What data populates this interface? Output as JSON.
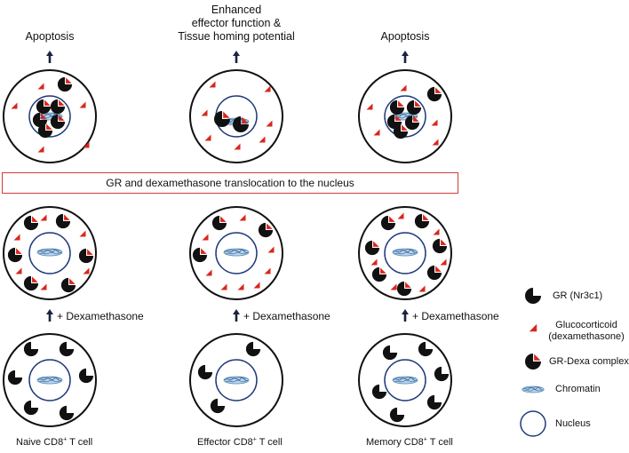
{
  "top_labels": {
    "naive": "Apoptosis",
    "effector": "Enhanced\neffector function &\nTissue homing potential",
    "memory": "Apoptosis"
  },
  "banner": "GR and dexamethasone translocation to the nucleus",
  "treatment_label": "+ Dexamethasone",
  "cell_labels": {
    "naive": {
      "prefix": "Naive CD8",
      "sup": "+",
      "suffix": " T cell"
    },
    "effector": {
      "prefix": "Effector CD8",
      "sup": "+",
      "suffix": " T cell"
    },
    "memory": {
      "prefix": "Memory CD8",
      "sup": "+",
      "suffix": " T cell"
    }
  },
  "legend": {
    "gr": "GR (Nr3c1)",
    "glucocorticoid": "Glucocorticoid\n(dexamethasone)",
    "complex": "GR-Dexa complex",
    "chromatin": "Chromatin",
    "nucleus": "Nucleus"
  },
  "colors": {
    "outline": "#111111",
    "nucleus": "#1f3a7a",
    "glucocorticoid": "#d9261c",
    "chromatin": "#4f86b8",
    "arrow": "#1a2440",
    "banner_border": "#d23b3b"
  },
  "icons": [
    "gr-receptor-icon",
    "glucocorticoid-icon",
    "gr-dexa-complex-icon",
    "chromatin-icon",
    "nucleus-icon",
    "up-arrow-icon"
  ]
}
